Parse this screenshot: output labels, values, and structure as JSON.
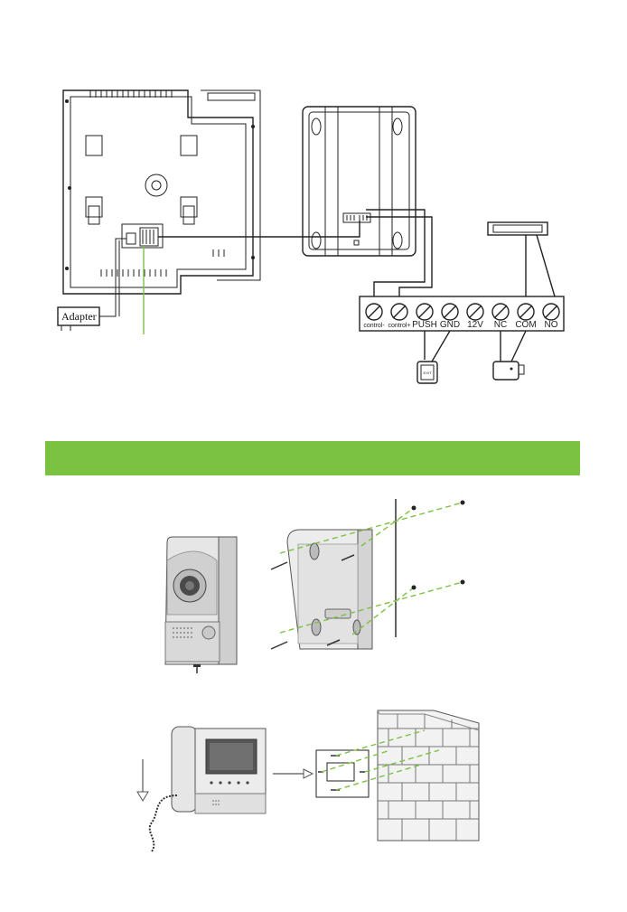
{
  "adapter_label": "Adapter",
  "terminals": [
    "control-",
    "control+",
    "PUSH",
    "GND",
    "12V",
    "NC",
    "COM",
    "NO"
  ],
  "exit_button_label": "EXIT",
  "colors": {
    "banner": "#7cc242",
    "accent_line": "#7cc242",
    "ink": "#222222"
  },
  "icons": {
    "monitor_back": "monitor-back-panel-icon",
    "camera_back": "outdoor-camera-back-icon",
    "magnetic_lock": "magnetic-lock-icon",
    "exit_button": "exit-button-icon",
    "electric_strike": "electric-strike-lock-icon",
    "outdoor_camera": "outdoor-camera-unit-icon",
    "rain_cover": "rain-cover-bracket-icon",
    "indoor_monitor": "indoor-monitor-handset-icon",
    "wall_bracket": "wall-bracket-icon",
    "brick_wall": "brick-wall-icon",
    "screw": "screw-icon"
  }
}
